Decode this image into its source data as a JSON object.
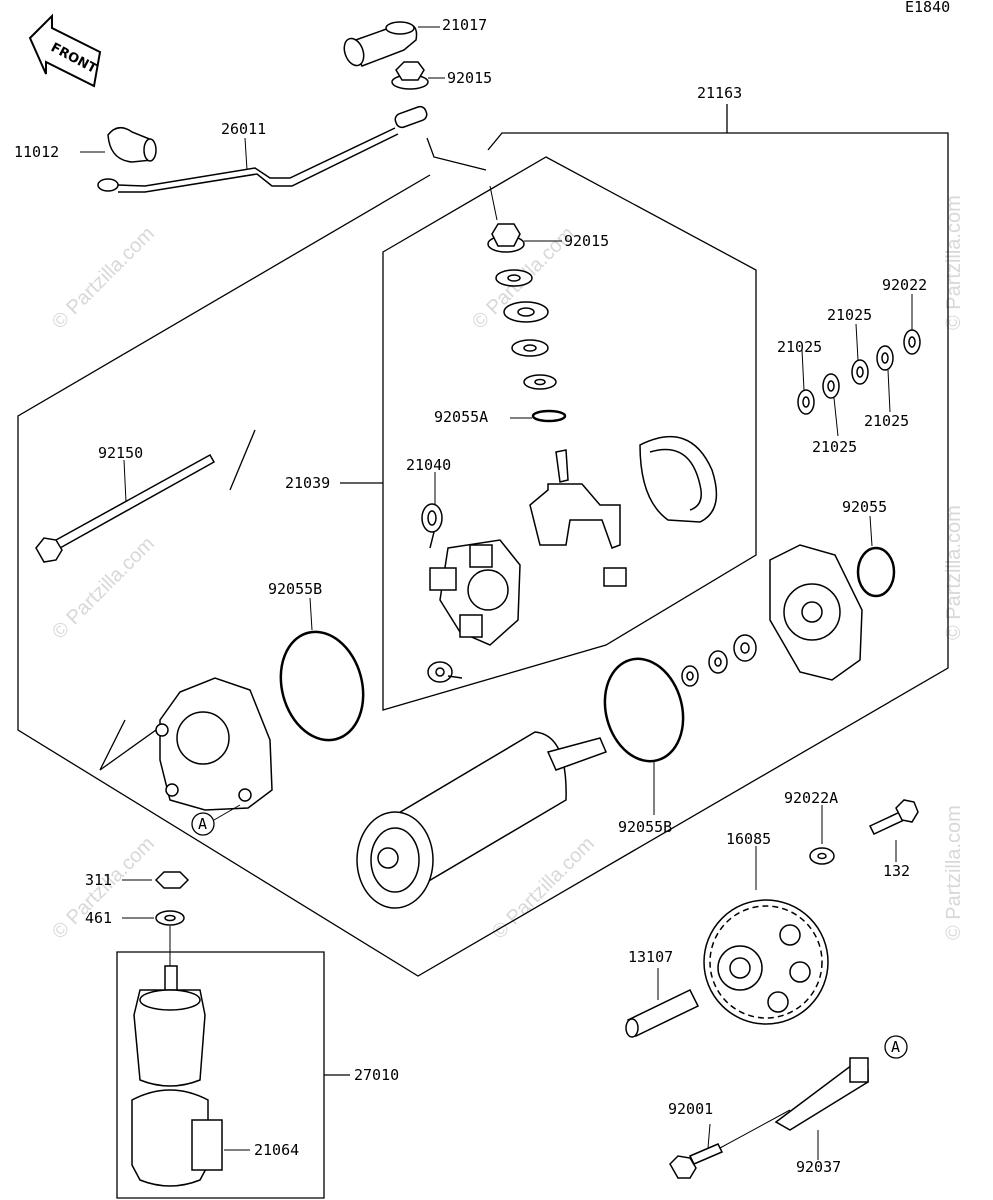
{
  "diagram_code": "E1840",
  "front_label": "FRONT",
  "watermark": "© Partzilla.com",
  "ref_marker": "A",
  "parts": {
    "p21017": "21017",
    "p92015a": "92015",
    "p21163": "21163",
    "p26011": "26011",
    "p11012": "11012",
    "p92015b": "92015",
    "p92022": "92022",
    "p21025a": "21025",
    "p21025b": "21025",
    "p21025c": "21025",
    "p21025d": "21025",
    "p92055A": "92055A",
    "p92150": "92150",
    "p21040": "21040",
    "p21039": "21039",
    "p92055": "92055",
    "p92055B_left": "92055B",
    "p92055B_right": "92055B",
    "p92022A": "92022A",
    "p16085": "16085",
    "p132": "132",
    "p311": "311",
    "p461": "461",
    "p13107": "13107",
    "p27010": "27010",
    "p92001": "92001",
    "p21064": "21064",
    "p92037": "92037"
  }
}
